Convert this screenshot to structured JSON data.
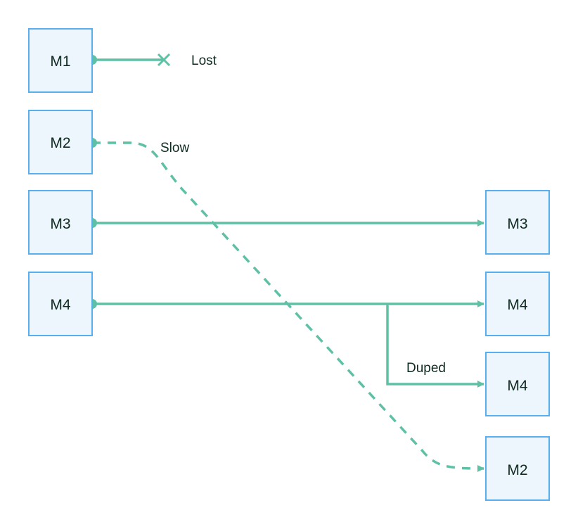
{
  "colors": {
    "box_fill": "#eef6fd",
    "box_stroke": "#58aff0",
    "edge": "#5ec0a4",
    "text": "#0f2a20"
  },
  "senders": [
    {
      "id": "M1",
      "label": "M1"
    },
    {
      "id": "M2",
      "label": "M2"
    },
    {
      "id": "M3",
      "label": "M3"
    },
    {
      "id": "M4",
      "label": "M4"
    }
  ],
  "receivers": [
    {
      "id": "M3",
      "label": "M3"
    },
    {
      "id": "M4",
      "label": "M4"
    },
    {
      "id": "M4-dup",
      "label": "M4"
    },
    {
      "id": "M2",
      "label": "M2"
    }
  ],
  "edges": [
    {
      "from": "M1",
      "to": null,
      "style": "solid",
      "end": "x-icon",
      "label": "Lost"
    },
    {
      "from": "M2",
      "to": "M2",
      "style": "dashed",
      "end": "arrow-icon",
      "label": "Slow"
    },
    {
      "from": "M3",
      "to": "M3",
      "style": "solid",
      "end": "arrow-icon",
      "label": ""
    },
    {
      "from": "M4",
      "to": "M4",
      "style": "solid",
      "end": "arrow-icon",
      "label": ""
    },
    {
      "from": "M4",
      "to": "M4-dup",
      "style": "solid",
      "end": "arrow-icon",
      "label": "Duped"
    }
  ]
}
